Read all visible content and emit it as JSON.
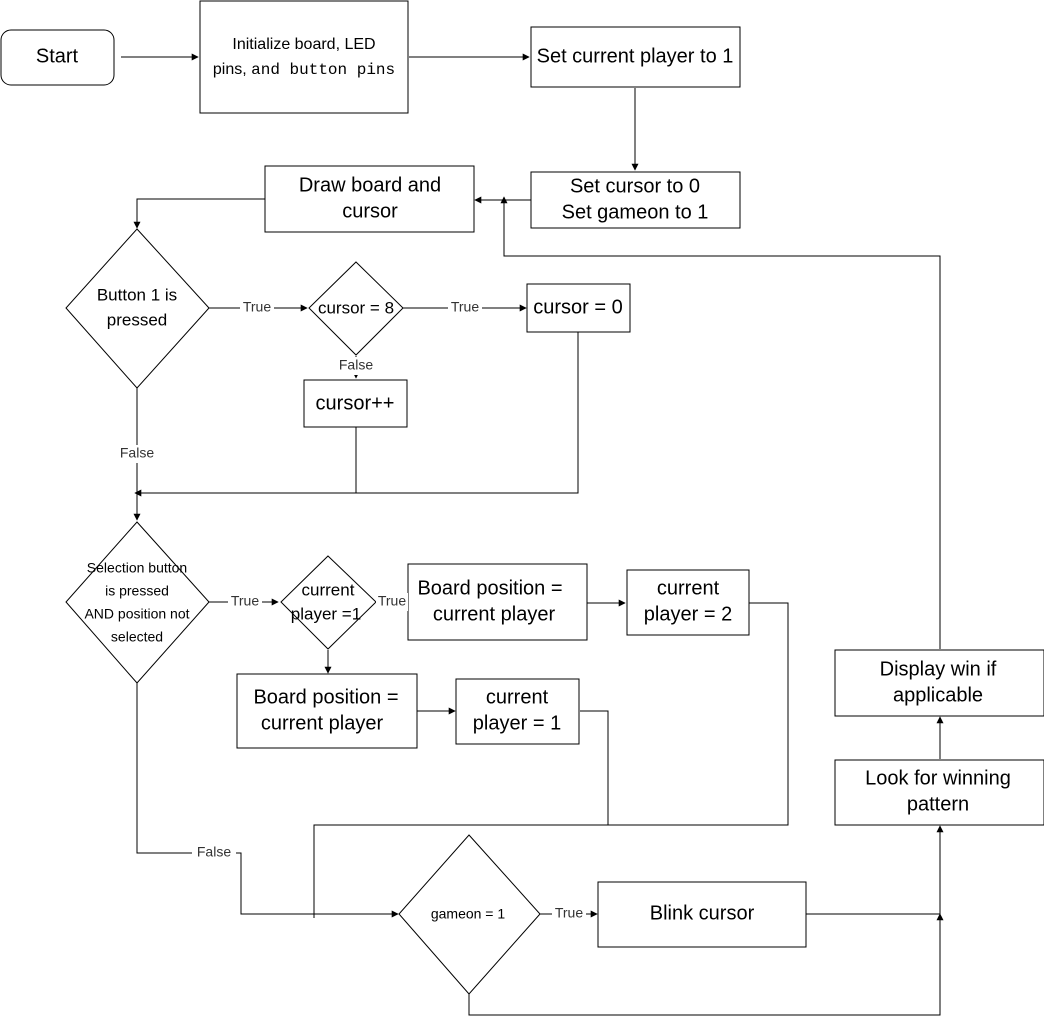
{
  "nodes": {
    "start": "Start",
    "init_line1": "Initialize board, LED",
    "init_line2a": "pins, ",
    "init_line2b": "and button pins",
    "set_player": "Set current player to 1",
    "set_cursor_line1": "Set cursor to 0",
    "set_cursor_line2": "Set gameon to 1",
    "draw_line1": "Draw board and",
    "draw_line2": "cursor",
    "btn1_line1": "Button 1 is",
    "btn1_line2": "pressed",
    "cursor_eq8": "cursor = 8",
    "cursor_reset": "cursor = 0",
    "cursor_inc": "cursor++",
    "sel_line1": "Selection button",
    "sel_line2": "is pressed",
    "sel_line3": "AND position not",
    "sel_line4": "selected",
    "cur_player_line1": "current",
    "cur_player_line2": "player =1",
    "board_pos_a_line1": "Board position =",
    "board_pos_a_line2": "current player",
    "set_p2_line1": "current",
    "set_p2_line2": "player = 2",
    "board_pos_b_line1": "Board position =",
    "board_pos_b_line2": "current player",
    "set_p1_line1": "current",
    "set_p1_line2": "player = 1",
    "gameon": "gameon = 1",
    "blink": "Blink cursor",
    "look_line1": "Look for winning",
    "look_line2": "pattern",
    "display_line1": "Display win if",
    "display_line2": "applicable"
  },
  "edge_labels": {
    "btn1_true": "True",
    "btn1_false": "False",
    "eq8_true": "True",
    "eq8_false": "False",
    "sel_true": "True",
    "sel_false": "False",
    "cp_true": "True",
    "gameon_true": "True"
  },
  "colors": {
    "stroke": "#000000",
    "fill": "#ffffff",
    "edge_label": "#333333"
  }
}
